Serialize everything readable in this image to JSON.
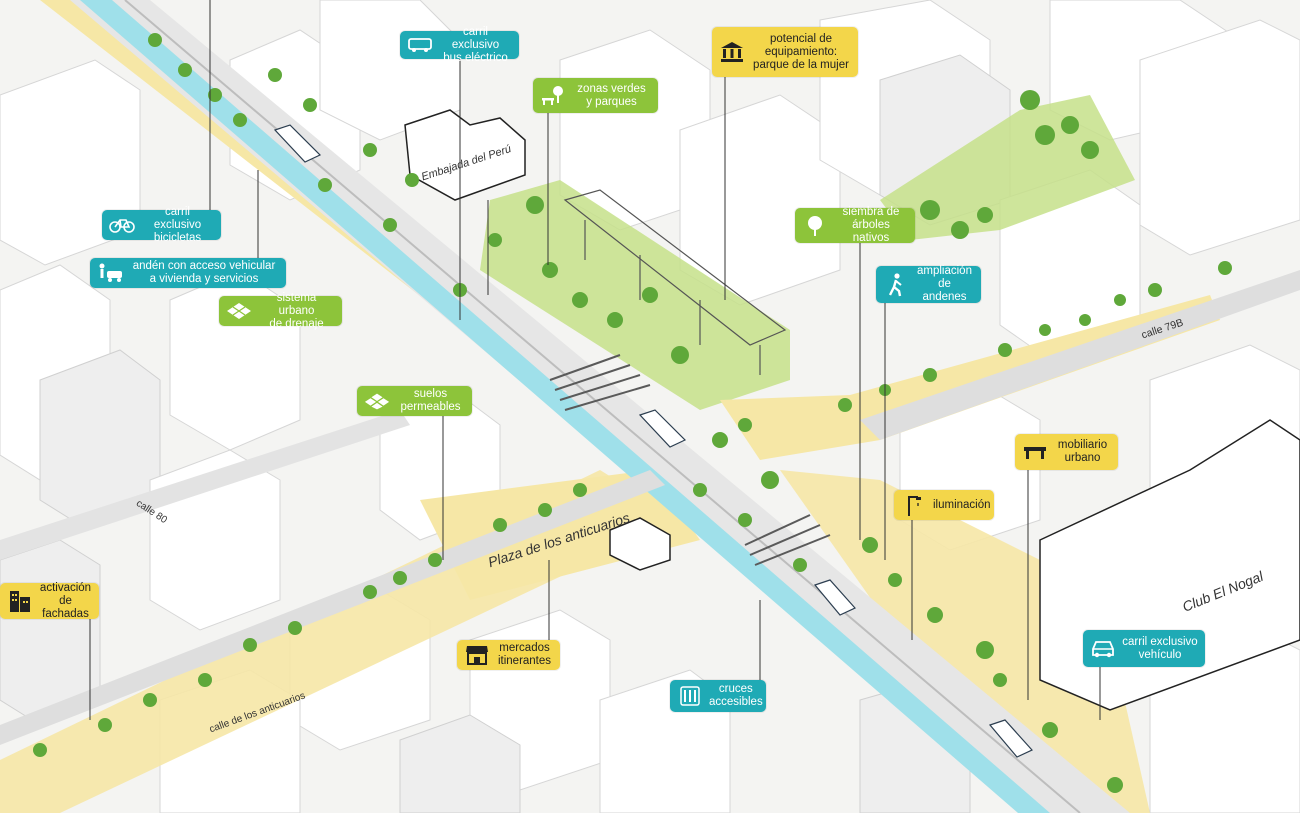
{
  "colors": {
    "teal": "#1faab5",
    "green": "#8dc43a",
    "yellow": "#f3d64a",
    "building": "#ffffff",
    "building_side": "#e3e4e3",
    "water_lane": "#9fe0ea",
    "plaza": "#f6e7a6",
    "grass": "#c6e08a",
    "tree": "#5fa83a",
    "ground": "#f4f4f2"
  },
  "callouts": [
    {
      "id": "bus",
      "icon": "bus-icon",
      "color": "teal",
      "lines": [
        "carril exclusivo",
        "bus eléctrico"
      ]
    },
    {
      "id": "equip",
      "icon": "museum-icon",
      "color": "yellow",
      "lines": [
        "potencial de",
        "equipamiento:",
        "parque de la mujer"
      ]
    },
    {
      "id": "verdes",
      "icon": "bench-tree-icon",
      "color": "green",
      "lines": [
        "zonas verdes",
        "y parques"
      ]
    },
    {
      "id": "bici",
      "icon": "bicycle-icon",
      "color": "teal",
      "lines": [
        "carril exclusivo",
        "bicicletas"
      ]
    },
    {
      "id": "anden",
      "icon": "pedestrian-car-icon",
      "color": "teal",
      "lines": [
        "andén con acceso vehicular",
        "a vivienda y servicios"
      ]
    },
    {
      "id": "drenaje",
      "icon": "grid-tiles-icon",
      "color": "green",
      "lines": [
        "sistema urbano",
        "de drenaje"
      ]
    },
    {
      "id": "siembra",
      "icon": "tree-icon",
      "color": "green",
      "lines": [
        "siembra de",
        "árboles nativos"
      ]
    },
    {
      "id": "ampliacion",
      "icon": "walking-person-icon",
      "color": "teal",
      "lines": [
        "ampliación",
        "de andenes"
      ]
    },
    {
      "id": "suelos",
      "icon": "permeable-tiles-icon",
      "color": "green",
      "lines": [
        "suelos",
        "permeables"
      ]
    },
    {
      "id": "mobiliario",
      "icon": "bench-icon",
      "color": "yellow",
      "lines": [
        "mobiliario",
        "urbano"
      ]
    },
    {
      "id": "iluminacion",
      "icon": "street-lamp-icon",
      "color": "yellow",
      "lines": [
        "iluminación"
      ]
    },
    {
      "id": "fachadas",
      "icon": "buildings-icon",
      "color": "yellow",
      "lines": [
        "activación",
        "de fachadas"
      ]
    },
    {
      "id": "mercados",
      "icon": "market-stall-icon",
      "color": "yellow",
      "lines": [
        "mercados",
        "itinerantes"
      ]
    },
    {
      "id": "cruces",
      "icon": "crosswalk-icon",
      "color": "teal",
      "lines": [
        "cruces",
        "accesibles"
      ]
    },
    {
      "id": "vehiculo",
      "icon": "car-icon",
      "color": "teal",
      "lines": [
        "carril exclusivo",
        "vehículo"
      ]
    }
  ],
  "map_labels": {
    "embajada": "Embajada del Perú",
    "calle79b": "calle 79B",
    "calle80": "calle 80",
    "plaza": "Plaza de los anticuarios",
    "club": "Club El Nogal",
    "calle_anticuarios": "calle de los anticuarios"
  }
}
